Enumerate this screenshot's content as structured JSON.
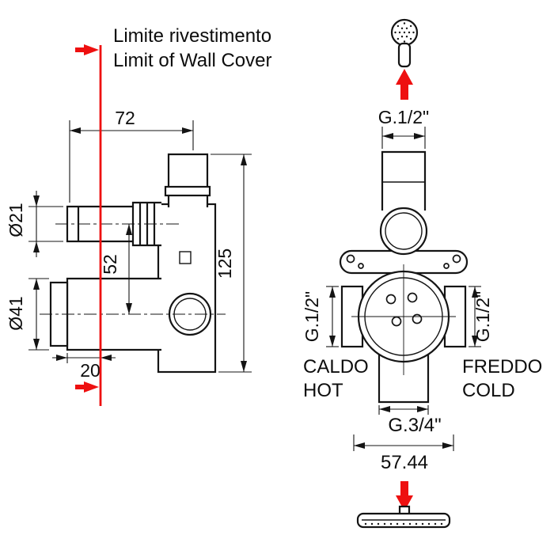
{
  "colors": {
    "line": "#141414",
    "accent_red": "#ee1010",
    "background": "#ffffff"
  },
  "wall_limit": {
    "line1": "Limite rivestimento",
    "line2": "Limit of Wall Cover"
  },
  "side_view": {
    "dim_width_top": "72",
    "dim_upper_diameter": "Ø21",
    "dim_axis_spacing": "52",
    "dim_body_height": "125",
    "dim_lower_diameter": "Ø41",
    "dim_wall_depth": "20"
  },
  "front_view": {
    "dim_top_thread": "G.1/2\"",
    "dim_left_thread": "G.1/2\"",
    "dim_right_thread": "G.1/2\"",
    "dim_bottom_thread": "G.3/4\"",
    "dim_overall_width": "57.44",
    "hot_label_it": "CALDO",
    "hot_label_en": "HOT",
    "cold_label_it": "FREDDO",
    "cold_label_en": "COLD"
  },
  "icons": {
    "top": "hand-shower-icon",
    "bottom": "rain-shower-head-icon"
  }
}
